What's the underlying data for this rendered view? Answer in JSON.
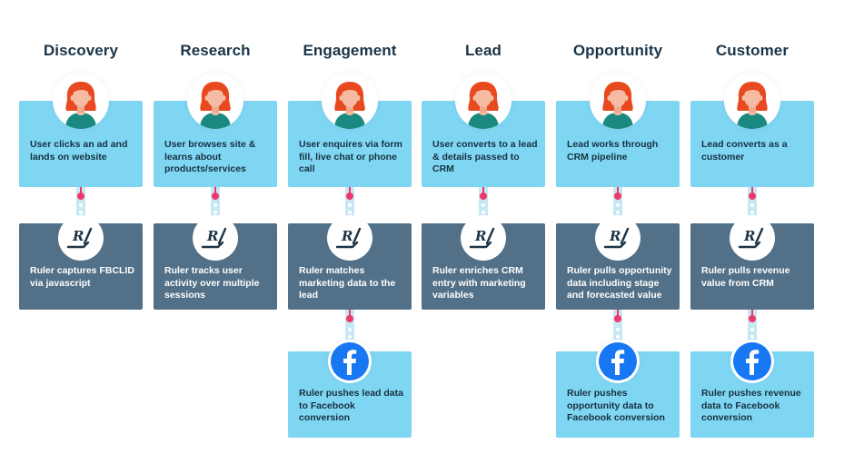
{
  "colors": {
    "heading": "#1b3447",
    "user_card": "#7fd6f3",
    "ruler_card": "#527087",
    "facebook_card": "#7fd6f3",
    "connector": "#c6e8f4",
    "pin": "#f0376b",
    "facebook_blue": "#1877f2",
    "hair": "#e8491f",
    "skin": "#f5bca3",
    "shirt": "#1a8a80"
  },
  "icons": {
    "user": "woman-avatar-icon",
    "ruler": "ruler-logo-icon",
    "facebook": "facebook-icon"
  },
  "stages": [
    {
      "title": "Discovery",
      "user_step": "User clicks an ad and lands on website",
      "ruler_step": "Ruler captures FBCLID via javascript",
      "facebook_step": null
    },
    {
      "title": "Research",
      "user_step": "User browses site & learns about products/services",
      "ruler_step": "Ruler tracks user activity over multiple sessions",
      "facebook_step": null
    },
    {
      "title": "Engagement",
      "user_step": "User enquires via form fill, live chat or phone call",
      "ruler_step": "Ruler matches marketing data to the lead",
      "facebook_step": "Ruler pushes lead data to Facebook conversion"
    },
    {
      "title": "Lead",
      "user_step": "User converts to a lead & details passed to CRM",
      "ruler_step": "Ruler enriches CRM entry with marketing variables",
      "facebook_step": null
    },
    {
      "title": "Opportunity",
      "user_step": "Lead works through CRM pipeline",
      "ruler_step": "Ruler pulls opportunity data including stage and forecasted value",
      "facebook_step": "Ruler pushes opportunity data to Facebook conversion"
    },
    {
      "title": "Customer",
      "user_step": "Lead converts as a customer",
      "ruler_step": "Ruler pulls revenue value from CRM",
      "facebook_step": "Ruler pushes revenue data to Facebook conversion"
    }
  ]
}
